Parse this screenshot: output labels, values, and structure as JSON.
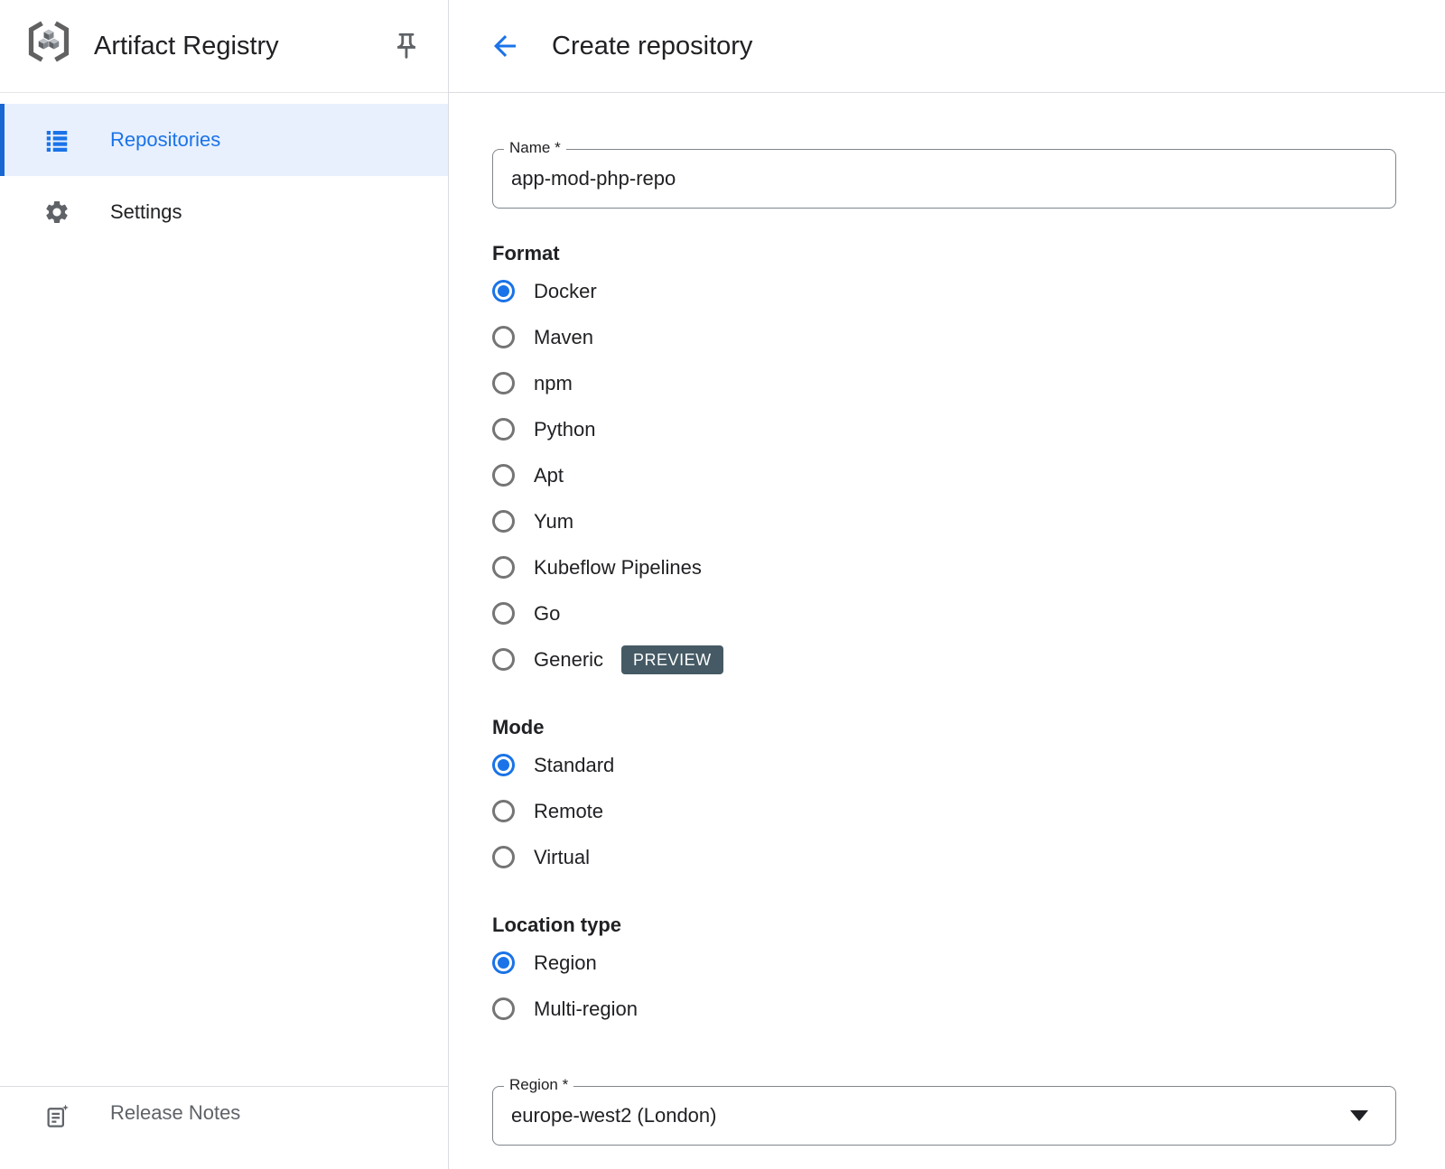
{
  "sidebar": {
    "app_title": "Artifact Registry",
    "items": [
      {
        "label": "Repositories",
        "selected": true
      },
      {
        "label": "Settings",
        "selected": false
      }
    ],
    "footer_label": "Release Notes"
  },
  "header": {
    "title": "Create repository"
  },
  "form": {
    "name_field": {
      "label": "Name *",
      "value": "app-mod-php-repo"
    },
    "format": {
      "heading": "Format",
      "selected": "Docker",
      "options": [
        {
          "label": "Docker"
        },
        {
          "label": "Maven"
        },
        {
          "label": "npm"
        },
        {
          "label": "Python"
        },
        {
          "label": "Apt"
        },
        {
          "label": "Yum"
        },
        {
          "label": "Kubeflow Pipelines"
        },
        {
          "label": "Go"
        },
        {
          "label": "Generic",
          "badge": "PREVIEW"
        }
      ]
    },
    "mode": {
      "heading": "Mode",
      "selected": "Standard",
      "options": [
        {
          "label": "Standard"
        },
        {
          "label": "Remote"
        },
        {
          "label": "Virtual"
        }
      ]
    },
    "location_type": {
      "heading": "Location type",
      "selected": "Region",
      "options": [
        {
          "label": "Region"
        },
        {
          "label": "Multi-region"
        }
      ]
    },
    "region_field": {
      "label": "Region *",
      "value": "europe-west2 (London)"
    }
  },
  "colors": {
    "accent": "#1a73e8",
    "selected_item_bg": "#e8f0fe",
    "selected_item_bar": "#1967d2",
    "badge_bg": "#455a64",
    "border": "#dadce0",
    "field_border": "#80868b",
    "icon_gray": "#5f6368",
    "text": "#202124"
  }
}
